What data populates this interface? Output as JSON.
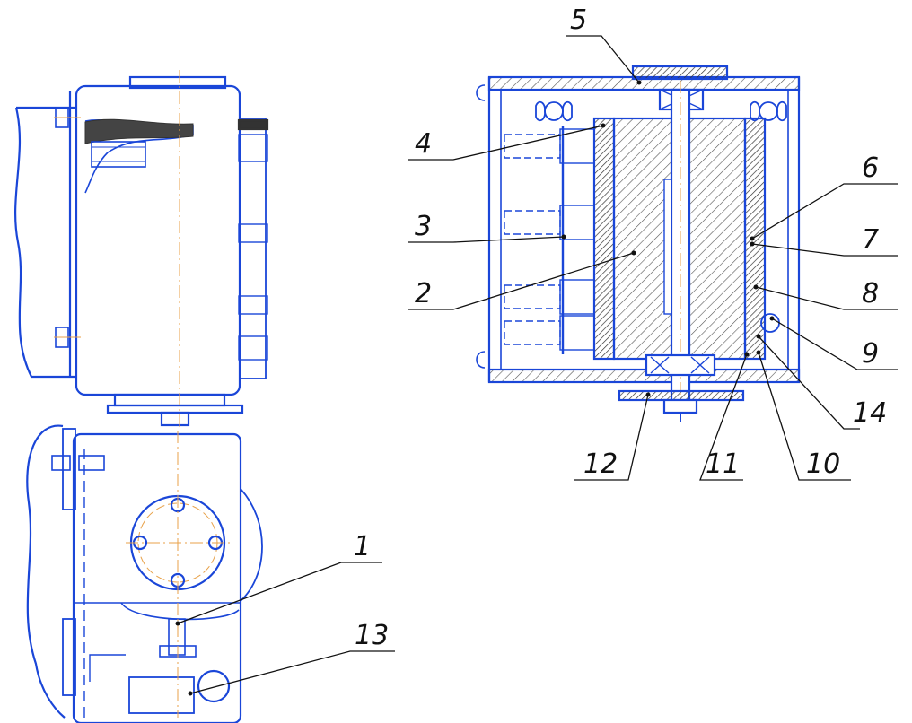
{
  "colors": {
    "outline": "#1a46d8",
    "hatch": "#555555",
    "centerline": "#e8a24a",
    "leader": "#111111",
    "background": "#ffffff"
  },
  "callouts": [
    {
      "id": "c1",
      "text": "1"
    },
    {
      "id": "c2",
      "text": "2"
    },
    {
      "id": "c3",
      "text": "3"
    },
    {
      "id": "c4",
      "text": "4"
    },
    {
      "id": "c5",
      "text": "5"
    },
    {
      "id": "c6",
      "text": "6"
    },
    {
      "id": "c7",
      "text": "7"
    },
    {
      "id": "c8",
      "text": "8"
    },
    {
      "id": "c9",
      "text": "9"
    },
    {
      "id": "c10",
      "text": "10"
    },
    {
      "id": "c11",
      "text": "11"
    },
    {
      "id": "c12",
      "text": "12"
    },
    {
      "id": "c13",
      "text": "13"
    },
    {
      "id": "c14",
      "text": "14"
    }
  ]
}
